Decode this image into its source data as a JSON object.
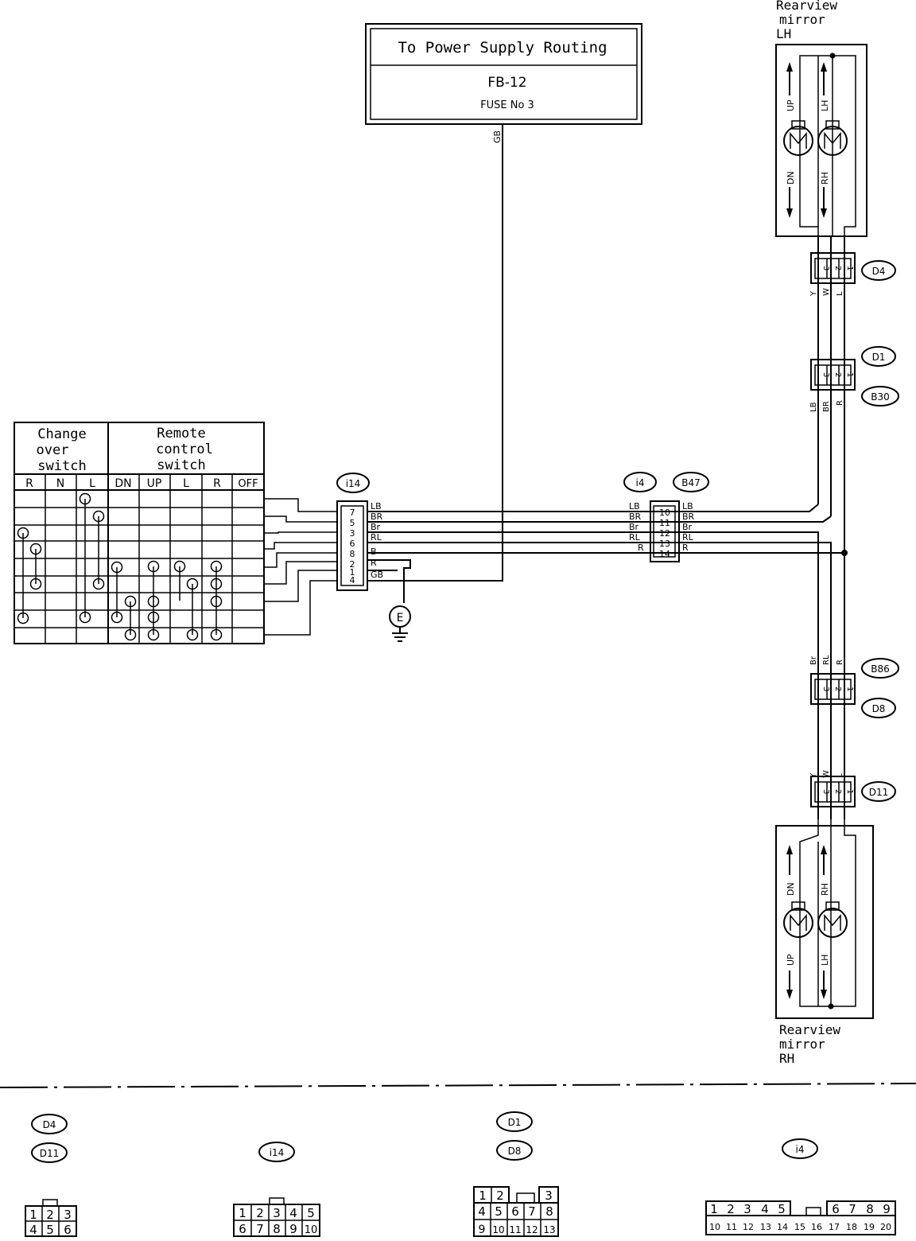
{
  "power_box": {
    "title": "To Power Supply Routing",
    "ref": "FB-12",
    "fuse": "FUSE No 3"
  },
  "power_wire": "GB",
  "mirror_lh": {
    "label_line1": "Rearview",
    "label_line2": "mirror",
    "label_line3": "LH",
    "up": "UP",
    "dn": "DN",
    "lh": "LH",
    "rh": "RH"
  },
  "mirror_rh": {
    "label_line1": "Rearview",
    "label_line2": "mirror",
    "label_line3": "RH",
    "up": "UP",
    "dn": "DN",
    "lh": "LH",
    "rh": "RH"
  },
  "connectors": {
    "d4": "D4",
    "d1": "D1",
    "b30": "B30",
    "b86": "B86",
    "d8": "D8",
    "d11": "D11",
    "i14": "i14",
    "i4": "i4",
    "b47": "B47"
  },
  "lh_wires": {
    "top": [
      "Y",
      "W",
      "L"
    ],
    "bottom": [
      "LB",
      "BR",
      "R"
    ]
  },
  "rh_wires": {
    "top": [
      "Br",
      "RL",
      "R"
    ],
    "bottom": [
      "Y",
      "W",
      "L"
    ]
  },
  "pins_321": [
    "3",
    "2",
    "1"
  ],
  "switch_table": {
    "group1": [
      "Change",
      "over",
      "switch"
    ],
    "group2": [
      "Remote",
      "control",
      "switch"
    ],
    "cols": [
      "R",
      "N",
      "L",
      "DN",
      "UP",
      "L",
      "R",
      "OFF"
    ]
  },
  "i14_pins": [
    "7",
    "5",
    "3",
    "6",
    "8",
    "2",
    "1",
    "4"
  ],
  "i14_wires": [
    "LB",
    "BR",
    "Br",
    "RL",
    "B",
    "R",
    "GB"
  ],
  "i4_wires": [
    "LB",
    "BR",
    "Br",
    "RL",
    "R"
  ],
  "b47_pins": [
    "10",
    "11",
    "12",
    "13",
    "14"
  ],
  "b47_wires": [
    "LB",
    "BR",
    "Br",
    "RL",
    "R"
  ],
  "ground": "E",
  "legend": {
    "d4": "D4",
    "d11": "D11",
    "i14": "i14",
    "d1": "D1",
    "d8": "D8",
    "i4": "i4",
    "conn6": {
      "top": [
        "1",
        "2",
        "3"
      ],
      "bottom": [
        "4",
        "5",
        "6"
      ]
    },
    "conn10": {
      "top": [
        "1",
        "2",
        "3",
        "4",
        "5"
      ],
      "bottom": [
        "6",
        "7",
        "8",
        "9",
        "10"
      ]
    },
    "conn13": {
      "top": [
        "1",
        "2",
        "3"
      ],
      "bottom": [
        "4",
        "5",
        "6",
        "7",
        "8"
      ],
      "row3": [
        "9",
        "10",
        "11",
        "12",
        "13"
      ]
    },
    "conn20": {
      "top": [
        "1",
        "2",
        "3",
        "4",
        "5",
        "6",
        "7",
        "8",
        "9"
      ],
      "bottom": [
        "10",
        "11",
        "12",
        "13",
        "14",
        "15",
        "16",
        "17",
        "18",
        "19",
        "20"
      ]
    }
  }
}
